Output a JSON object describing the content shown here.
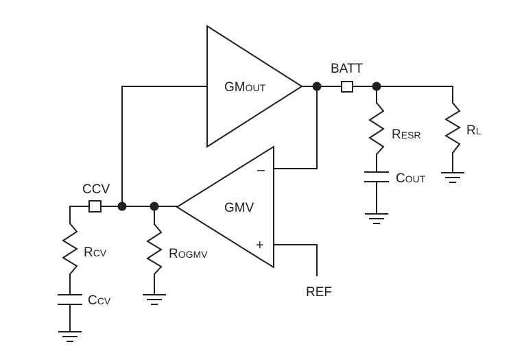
{
  "amplifiers": {
    "gm_out": {
      "name": "GM",
      "sub": "OUT"
    },
    "gmv": {
      "name": "GMV",
      "minus": "–",
      "plus": "+"
    }
  },
  "pins": {
    "batt": "BATT",
    "ccv": "CCV",
    "ref": "REF"
  },
  "components": {
    "r_esr": {
      "name": "R",
      "sub": "ESR"
    },
    "c_out": {
      "name": "C",
      "sub": "OUT"
    },
    "r_l": {
      "name": "R",
      "sub": "L"
    },
    "r_cv": {
      "name": "R",
      "sub": "CV"
    },
    "c_cv": {
      "name": "C",
      "sub": "CV"
    },
    "r_ogmv": {
      "name": "R",
      "sub": "OGMV"
    }
  }
}
